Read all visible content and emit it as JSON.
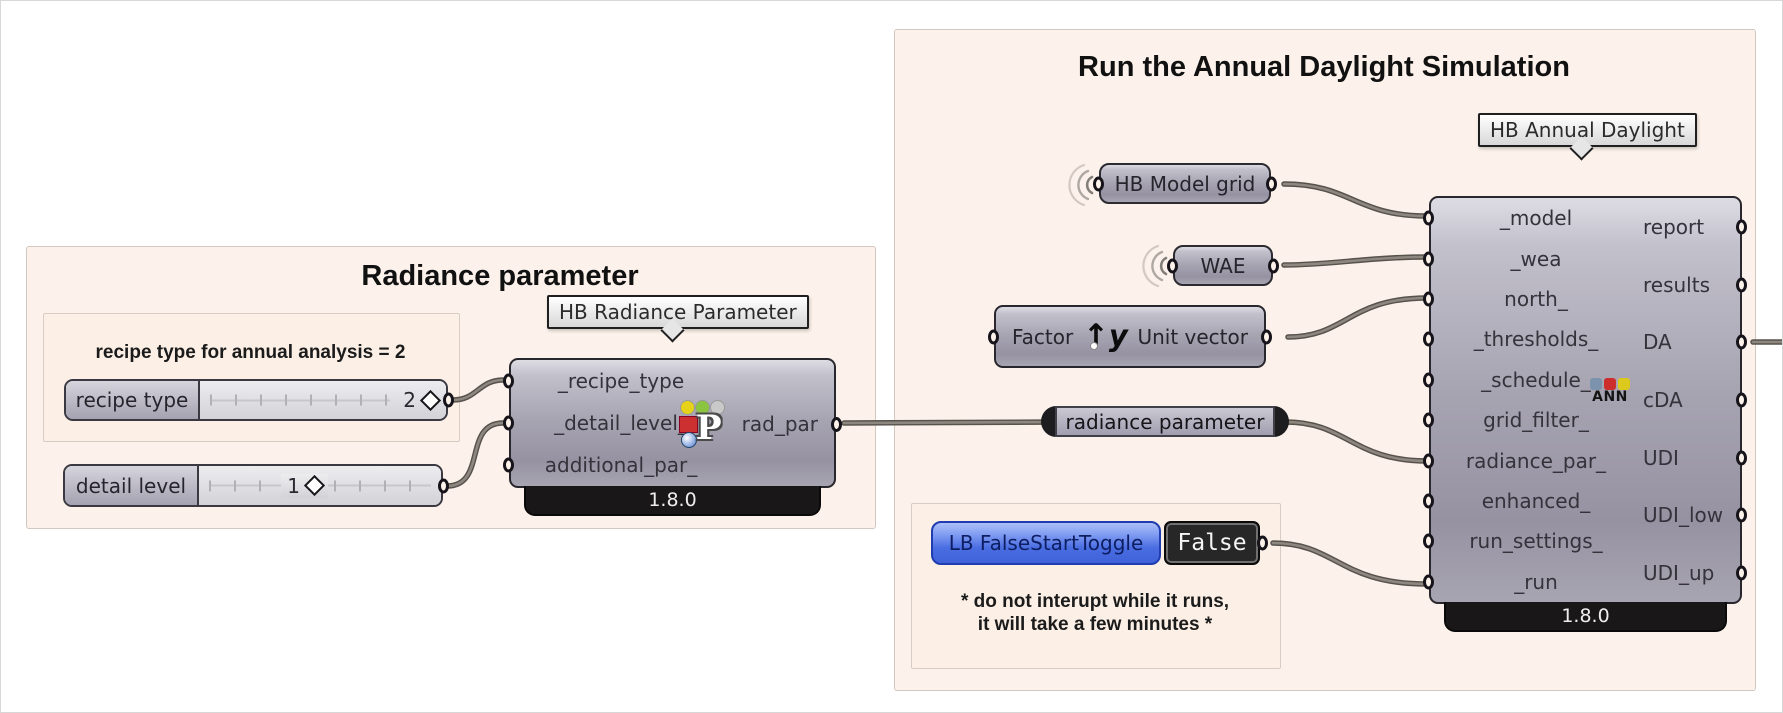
{
  "colors": {
    "canvas": "#ffffff",
    "group_fill": "#fcf2eb",
    "toggle_blue": "#4a6de2",
    "version_bar": "#191717"
  },
  "groups": {
    "radiance": {
      "title": "Radiance parameter",
      "annotation": "recipe type for annual analysis = 2",
      "sliders": [
        {
          "label": "recipe type",
          "value": "2"
        },
        {
          "label": "detail level",
          "value": "1"
        }
      ],
      "component": {
        "tag": "HB Radiance Parameter",
        "inputs": [
          "_recipe_type",
          "_detail_level_",
          "additional_par_"
        ],
        "outputs": [
          "rad_par"
        ],
        "version": "1.8.0",
        "icon_letter": "P"
      }
    },
    "simulation": {
      "title": "Run the Annual Daylight Simulation",
      "wireless": [
        {
          "label": "HB Model grid"
        },
        {
          "label": "WAE"
        }
      ],
      "unit_vector": {
        "input_label": "Factor",
        "icon_text": "y",
        "output_label": "Unit vector"
      },
      "relay": {
        "label": "radiance parameter"
      },
      "toggle": {
        "label": "LB FalseStartToggle",
        "value": "False"
      },
      "note_line1": "* do not interupt while it runs,",
      "note_line2": "it will take a few minutes *",
      "component": {
        "tag": "HB Annual Daylight",
        "inputs": [
          "_model",
          "_wea",
          "north_",
          "_thresholds_",
          "_schedule_",
          "grid_filter_",
          "radiance_par_",
          "enhanced_",
          "run_settings_",
          "_run"
        ],
        "outputs": [
          "report",
          "results",
          "DA",
          "cDA",
          "UDI",
          "UDI_low",
          "UDI_up"
        ],
        "version": "1.8.0",
        "icon_text": "ANN"
      }
    }
  }
}
